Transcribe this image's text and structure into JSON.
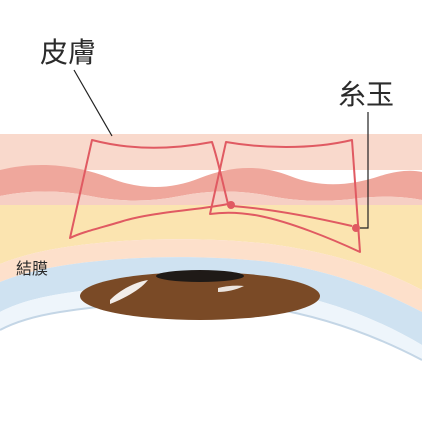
{
  "labels": {
    "skin": "皮膚",
    "thread_knot": "糸玉",
    "conjunctiva": "結膜"
  },
  "colors": {
    "background": "#ffffff",
    "skin_light": "#f9dcd0",
    "skin_mid": "#f1b6a8",
    "skin_dark": "#e89e93",
    "fat_layer": "#fbe6b2",
    "conjunctiva_band": "#fde2cc",
    "sclera_blue": "#c9dff0",
    "cornea_light": "#eaf3fb",
    "iris_brown": "#7a4a26",
    "pupil_dark": "#1f1a17",
    "suture_red": "#e05a62",
    "leader_line": "#222222"
  }
}
